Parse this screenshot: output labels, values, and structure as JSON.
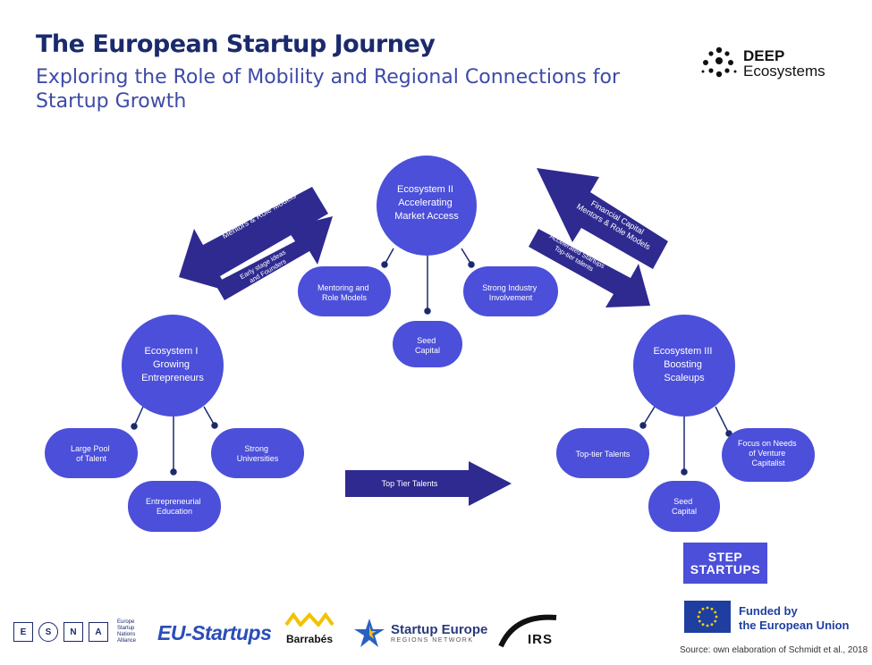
{
  "header": {
    "title": "The European Startup Journey",
    "subtitle": "Exploring the Role of Mobility and Regional Connections for Startup Growth"
  },
  "brand": {
    "line1": "DEEP",
    "line2": "Ecosystems"
  },
  "colors": {
    "navy": "#1a2a6c",
    "node": "#4b4fd9",
    "arrow": "#2e2a8f"
  },
  "ecosystems": [
    {
      "id": "eco1",
      "lines": [
        "Ecosystem I",
        "Growing",
        "Entrepreneurs"
      ],
      "features": [
        {
          "lines": [
            "Large Pool",
            "of Talent"
          ]
        },
        {
          "lines": [
            "Entrepreneurial",
            "Education"
          ]
        },
        {
          "lines": [
            "Strong",
            "Universities"
          ]
        }
      ]
    },
    {
      "id": "eco2",
      "lines": [
        "Ecosystem II",
        "Accelerating",
        "Market Access"
      ],
      "features": [
        {
          "lines": [
            "Mentoring and",
            "Role Models"
          ]
        },
        {
          "lines": [
            "Seed",
            "Capital"
          ]
        },
        {
          "lines": [
            "Strong Industry",
            "Involvement"
          ]
        }
      ]
    },
    {
      "id": "eco3",
      "lines": [
        "Ecosystem III",
        "Boosting",
        "Scaleups"
      ],
      "features": [
        {
          "lines": [
            "Top-tier Talents"
          ]
        },
        {
          "lines": [
            "Seed",
            "Capital"
          ]
        },
        {
          "lines": [
            "Focus on Needs",
            "of Venture",
            "Capitalist"
          ]
        }
      ]
    }
  ],
  "flows": {
    "left_top": [
      "Mentors & Role Models"
    ],
    "left_bottom": [
      "Early stage ideas",
      "and Founders"
    ],
    "right_top": [
      "Financial Capital",
      "Mentors & Role Models"
    ],
    "right_bottom": [
      "Accelerated Startups",
      "Top-tier talents"
    ],
    "bottom": [
      "Top Tier Talents"
    ]
  },
  "funding": {
    "step_line1": "STEP",
    "step_line2": "STARTUPS",
    "eu_line1": "Funded by",
    "eu_line2": "the European Union"
  },
  "partners": {
    "esna_letters": [
      "E",
      "S",
      "N",
      "A"
    ],
    "esna_sub": [
      "Europe",
      "Startup",
      "Nations",
      "Alliance"
    ],
    "eustartups": "EU-Startups",
    "barrabes": "Barrabés",
    "se_name": "Startup Europe",
    "se_sub": "REGIONS NETWORK",
    "irs": "IRS"
  },
  "source": "Source: own elaboration of Schmidt et al., 2018"
}
